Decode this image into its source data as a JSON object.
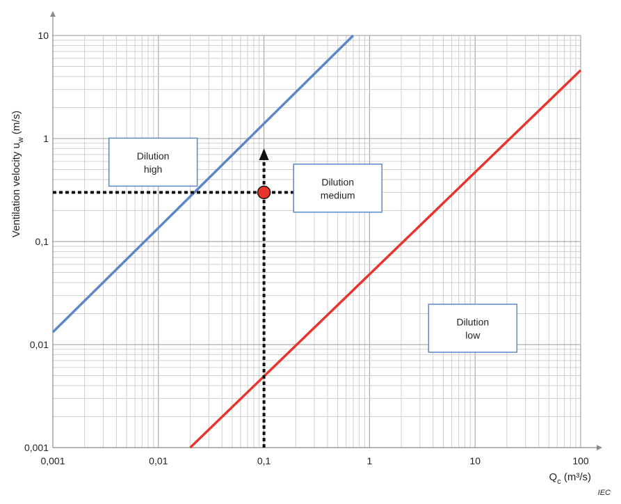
{
  "chart_data": {
    "type": "line",
    "x_scale": "log",
    "y_scale": "log",
    "xlim": [
      0.001,
      100
    ],
    "ylim": [
      0.001,
      10
    ],
    "grid": true,
    "x_ticks": [
      {
        "value": 0.001,
        "label": "0,001"
      },
      {
        "value": 0.01,
        "label": "0,01"
      },
      {
        "value": 0.1,
        "label": "0,1"
      },
      {
        "value": 1,
        "label": "1"
      },
      {
        "value": 10,
        "label": "10"
      },
      {
        "value": 100,
        "label": "100"
      }
    ],
    "y_ticks": [
      {
        "value": 0.001,
        "label": "0,001"
      },
      {
        "value": 0.01,
        "label": "0,01"
      },
      {
        "value": 0.1,
        "label": "0,1"
      },
      {
        "value": 1,
        "label": "1"
      },
      {
        "value": 10,
        "label": "10"
      }
    ],
    "xlabel": {
      "main": "Q",
      "sub": "c",
      "unit": "(m³/s)"
    },
    "ylabel": {
      "main": "Ventilation velocity u",
      "sub": "w",
      "unit": "(m/s)"
    },
    "series": [
      {
        "color": "#5b87c7",
        "x": [
          0.001,
          0.7
        ],
        "y": [
          0.0132,
          10
        ]
      },
      {
        "color": "#e8342a",
        "x": [
          0.02,
          100
        ],
        "y": [
          0.001,
          4.6
        ]
      }
    ],
    "example_point": {
      "x": 0.1,
      "y": 0.3,
      "color": "#e8342a"
    },
    "regions": [
      {
        "name": "region-high",
        "lines": [
          "Dilution",
          "high"
        ],
        "x": 0.0089,
        "y": 0.59
      },
      {
        "name": "region-medium",
        "lines": [
          "Dilution",
          "medium"
        ],
        "x": 0.5,
        "y": 0.33
      },
      {
        "name": "region-low",
        "lines": [
          "Dilution",
          "low"
        ],
        "x": 9.5,
        "y": 0.0144
      }
    ],
    "credit": "IEC"
  }
}
